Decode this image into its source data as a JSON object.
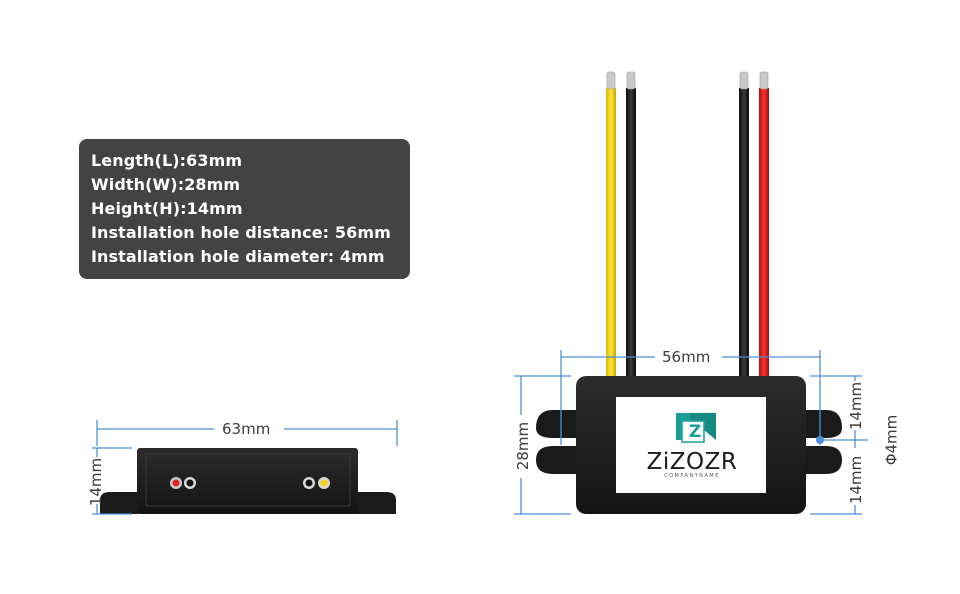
{
  "specs": {
    "length": "Length(L):63mm",
    "width": "Width(W):28mm",
    "height": "Height(H):14mm",
    "hole_distance": "Installation hole distance:  56mm",
    "hole_diameter": "Installation hole diameter:  4mm"
  },
  "side_view": {
    "length_label": "63mm",
    "height_label": "14mm"
  },
  "top_view": {
    "hole_distance_label": "56mm",
    "width_label": "28mm",
    "half_width_top_label": "14mm",
    "half_width_bottom_label": "14mm",
    "hole_diameter_label": "Φ4mm",
    "brand": "ZiZOZR",
    "brand_sub": "COMPANYNAME",
    "logo_letter": "Z"
  },
  "colors": {
    "panel": "#434343",
    "dimension_line": "#4a90d9",
    "wire_yellow": "#f2d31a",
    "wire_red": "#e02020",
    "wire_black": "#1a1a1a",
    "body": "#1e1e1e",
    "logo_teal": "#1a9e96"
  }
}
